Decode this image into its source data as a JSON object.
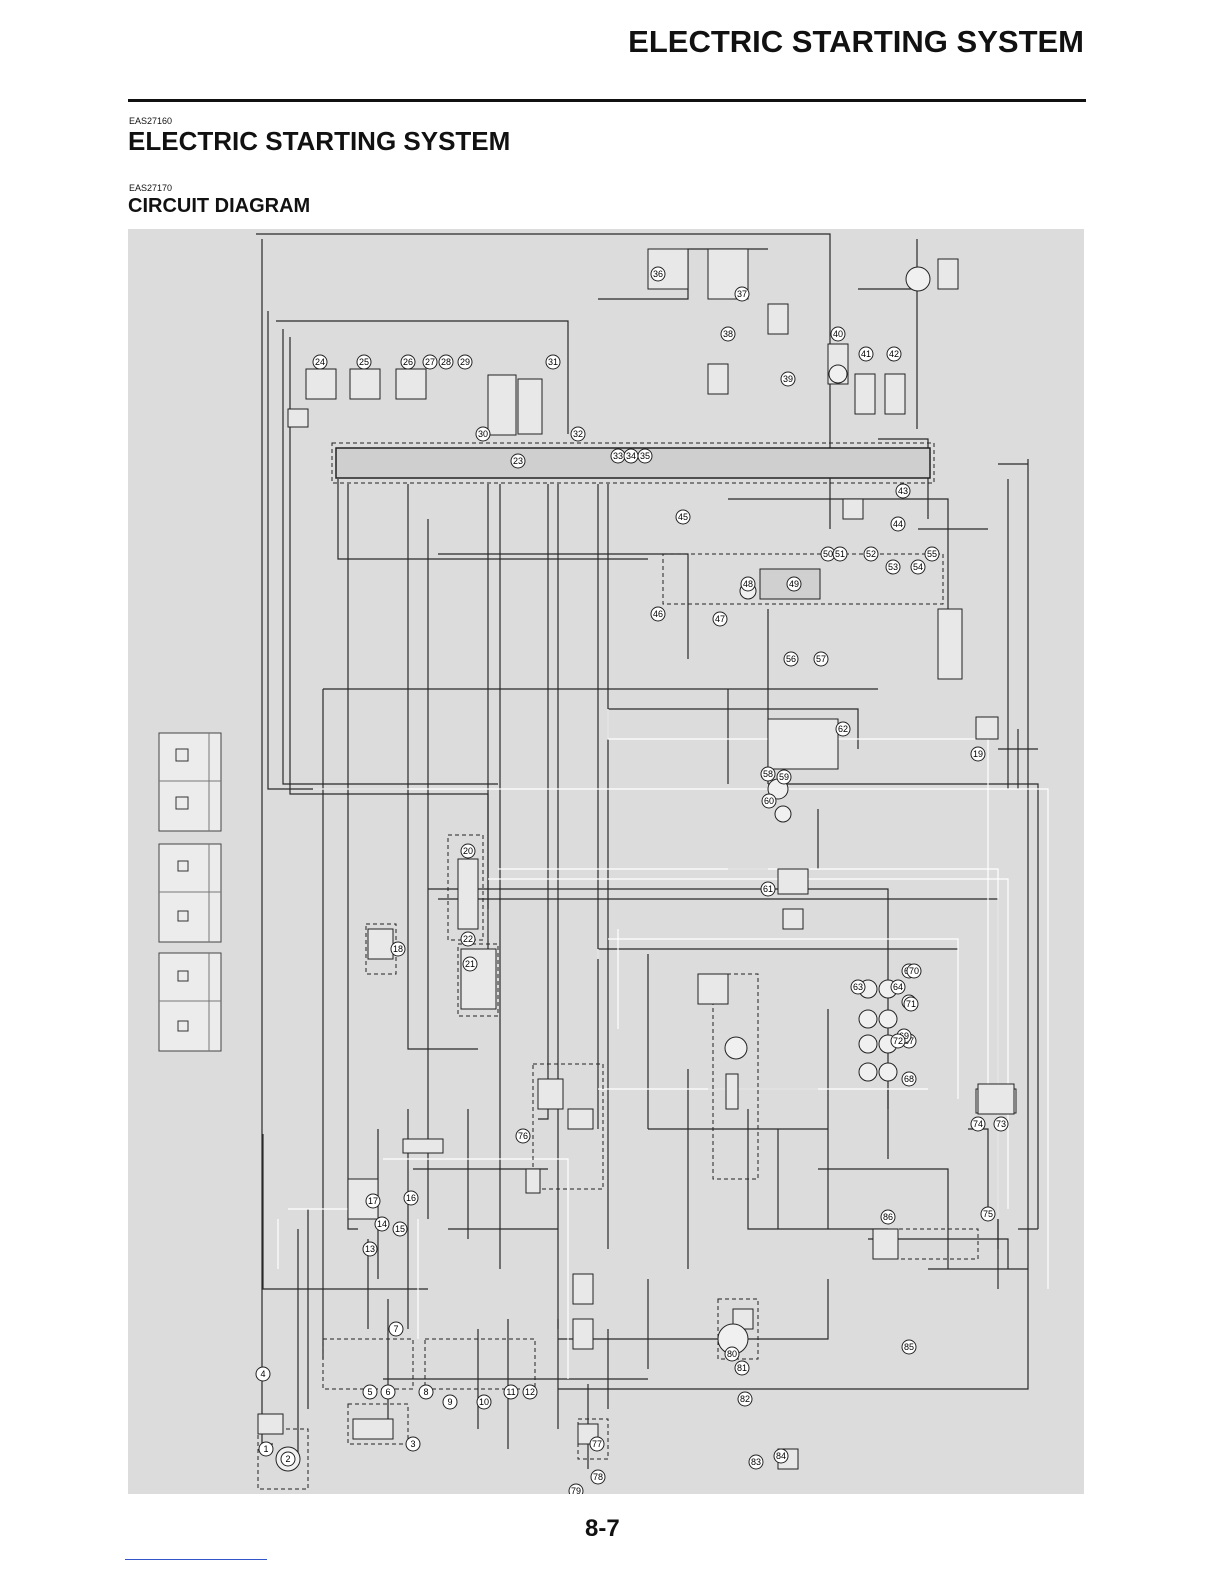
{
  "header": {
    "title": "ELECTRIC STARTING SYSTEM"
  },
  "section": {
    "code": "EAS27160",
    "title": "ELECTRIC STARTING SYSTEM"
  },
  "subsection": {
    "code": "EAS27170",
    "title": "CIRCUIT DIAGRAM"
  },
  "diagram": {
    "component_numbers": [
      "1",
      "2",
      "3",
      "4",
      "5",
      "6",
      "7",
      "8",
      "9",
      "10",
      "11",
      "12",
      "13",
      "14",
      "15",
      "16",
      "17",
      "18",
      "19",
      "20",
      "21",
      "22",
      "23",
      "24",
      "25",
      "26",
      "27",
      "28",
      "29",
      "30",
      "31",
      "32",
      "33",
      "34",
      "35",
      "36",
      "37",
      "38",
      "39",
      "40",
      "41",
      "42",
      "43",
      "44",
      "45",
      "46",
      "47",
      "48",
      "49",
      "50",
      "51",
      "52",
      "53",
      "54",
      "55",
      "56",
      "57",
      "58",
      "59",
      "60",
      "61",
      "62",
      "63",
      "64",
      "65",
      "66",
      "67",
      "68",
      "69",
      "70",
      "71",
      "72",
      "73",
      "74",
      "75",
      "76",
      "77",
      "78",
      "79",
      "80",
      "81",
      "82",
      "83",
      "84",
      "85",
      "86"
    ]
  },
  "footer": {
    "page_number": "8-7"
  }
}
